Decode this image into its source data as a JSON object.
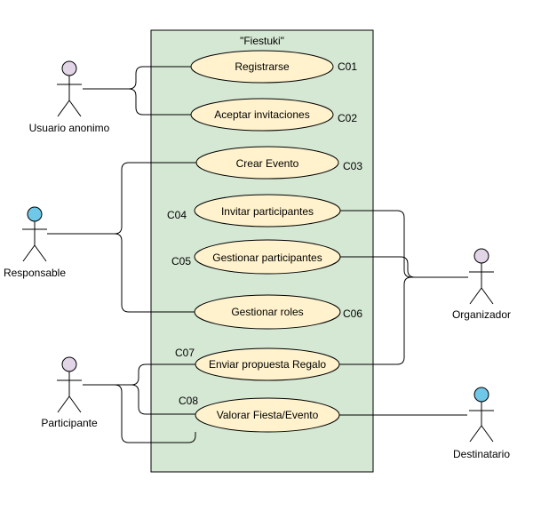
{
  "system": {
    "title": "\"Fiestuki\"",
    "fill": "#d5e8d4",
    "stroke": "#000000"
  },
  "use_cases": [
    {
      "id": "C01",
      "label": "Registrarse"
    },
    {
      "id": "C02",
      "label": "Aceptar invitaciones"
    },
    {
      "id": "C03",
      "label": "Crear Evento"
    },
    {
      "id": "C04",
      "label": "Invitar participantes"
    },
    {
      "id": "C05",
      "label": "Gestionar participantes"
    },
    {
      "id": "C06",
      "label": "Gestionar roles"
    },
    {
      "id": "C07",
      "label": "Enviar propuesta Regalo"
    },
    {
      "id": "C08",
      "label": "Valorar Fiesta/Evento"
    }
  ],
  "actors": [
    {
      "label": "Usuario anonimo",
      "head_color": "#e1d5e7"
    },
    {
      "label": "Responsable",
      "head_color": "#70c8e8"
    },
    {
      "label": "Participante",
      "head_color": "#e1d5e7"
    },
    {
      "label": "Organizador",
      "head_color": "#e1d5e7"
    },
    {
      "label": "Destinatario",
      "head_color": "#70c8e8"
    }
  ],
  "colors": {
    "use_case_fill": "#fff2cc",
    "line": "#000000"
  }
}
